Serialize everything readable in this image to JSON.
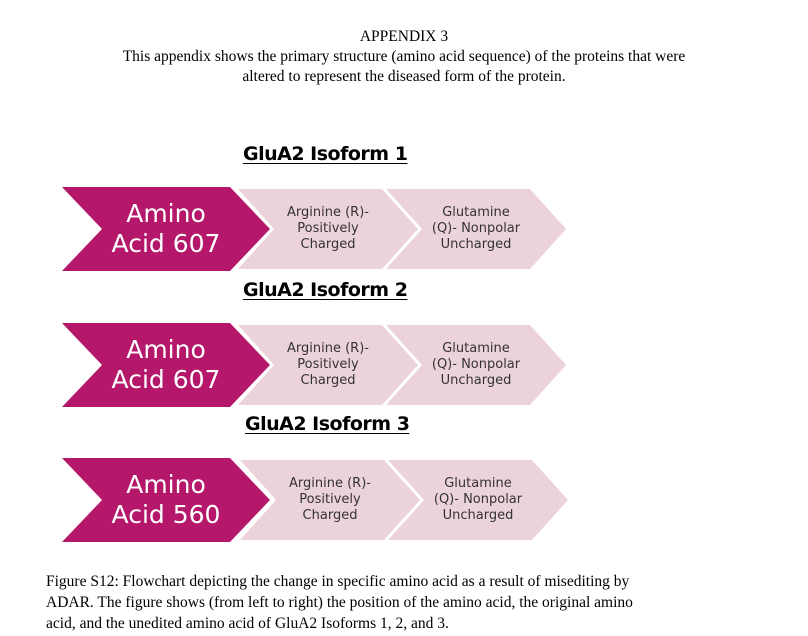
{
  "header": {
    "title": "APPENDIX 3",
    "line1": "This appendix shows the primary structure (amino acid sequence) of the proteins that were",
    "line2": "altered to represent the diseased form of the protein."
  },
  "colors": {
    "position_chevron": "#b5176a",
    "residue_chevron": "#ecd2db"
  },
  "isoforms": [
    {
      "title": "GluA2 Isoform 1",
      "position": {
        "line1": "Amino",
        "line2": "Acid 607"
      },
      "original": {
        "line1": "Arginine (R)-",
        "line2": "Positively",
        "line3": "Charged"
      },
      "unedited": {
        "line1": "Glutamine",
        "line2": "(Q)- Nonpolar",
        "line3": "Uncharged"
      }
    },
    {
      "title": "GluA2 Isoform 2",
      "position": {
        "line1": "Amino",
        "line2": "Acid 607"
      },
      "original": {
        "line1": "Arginine (R)-",
        "line2": "Positively",
        "line3": "Charged"
      },
      "unedited": {
        "line1": "Glutamine",
        "line2": "(Q)- Nonpolar",
        "line3": "Uncharged"
      }
    },
    {
      "title": "GluA2 Isoform 3",
      "position": {
        "line1": "Amino",
        "line2": "Acid 560"
      },
      "original": {
        "line1": "Arginine (R)-",
        "line2": "Positively",
        "line3": "Charged"
      },
      "unedited": {
        "line1": "Glutamine",
        "line2": "(Q)- Nonpolar",
        "line3": "Uncharged"
      }
    }
  ],
  "caption": {
    "line1": "Figure S12: Flowchart depicting the change in specific amino acid as a result of misediting by",
    "line2": "ADAR. The figure shows (from left to right) the position of the amino acid, the original amino",
    "line3": "acid, and the unedited amino acid of GluA2 Isoforms 1, 2, and 3."
  }
}
